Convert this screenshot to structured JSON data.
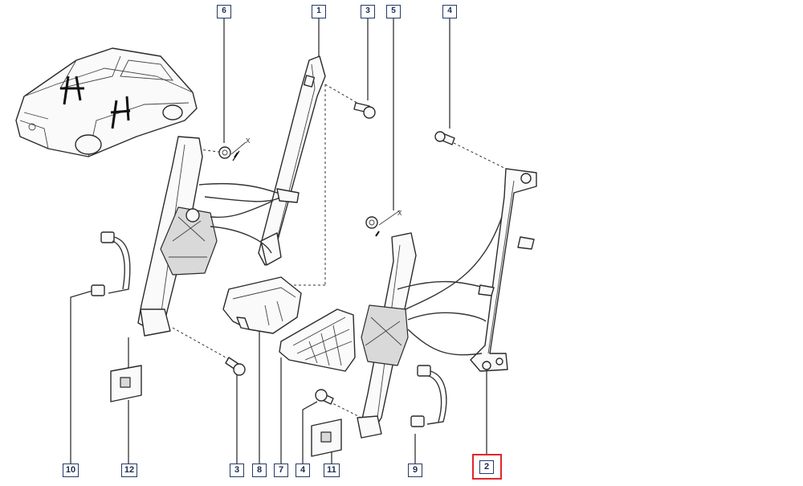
{
  "diagram": {
    "callouts_top": [
      {
        "id": "c6a",
        "label": "6"
      },
      {
        "id": "c1",
        "label": "1"
      },
      {
        "id": "c3a",
        "label": "3"
      },
      {
        "id": "c5",
        "label": "5"
      },
      {
        "id": "c4a",
        "label": "4"
      }
    ],
    "callouts_bottom": [
      {
        "id": "c10",
        "label": "10"
      },
      {
        "id": "c12",
        "label": "12"
      },
      {
        "id": "c3b",
        "label": "3"
      },
      {
        "id": "c8",
        "label": "8"
      },
      {
        "id": "c7",
        "label": "7"
      },
      {
        "id": "c4b",
        "label": "4"
      },
      {
        "id": "c11",
        "label": "11"
      },
      {
        "id": "c9",
        "label": "9"
      },
      {
        "id": "c2",
        "label": "2"
      }
    ],
    "highlighted_label": "2",
    "axis_marks": [
      "X",
      "X"
    ],
    "colors": {
      "callout_border": "#243a66",
      "callout_text": "#1a2a55",
      "highlight": "#e0262b",
      "line": "#333333"
    }
  }
}
